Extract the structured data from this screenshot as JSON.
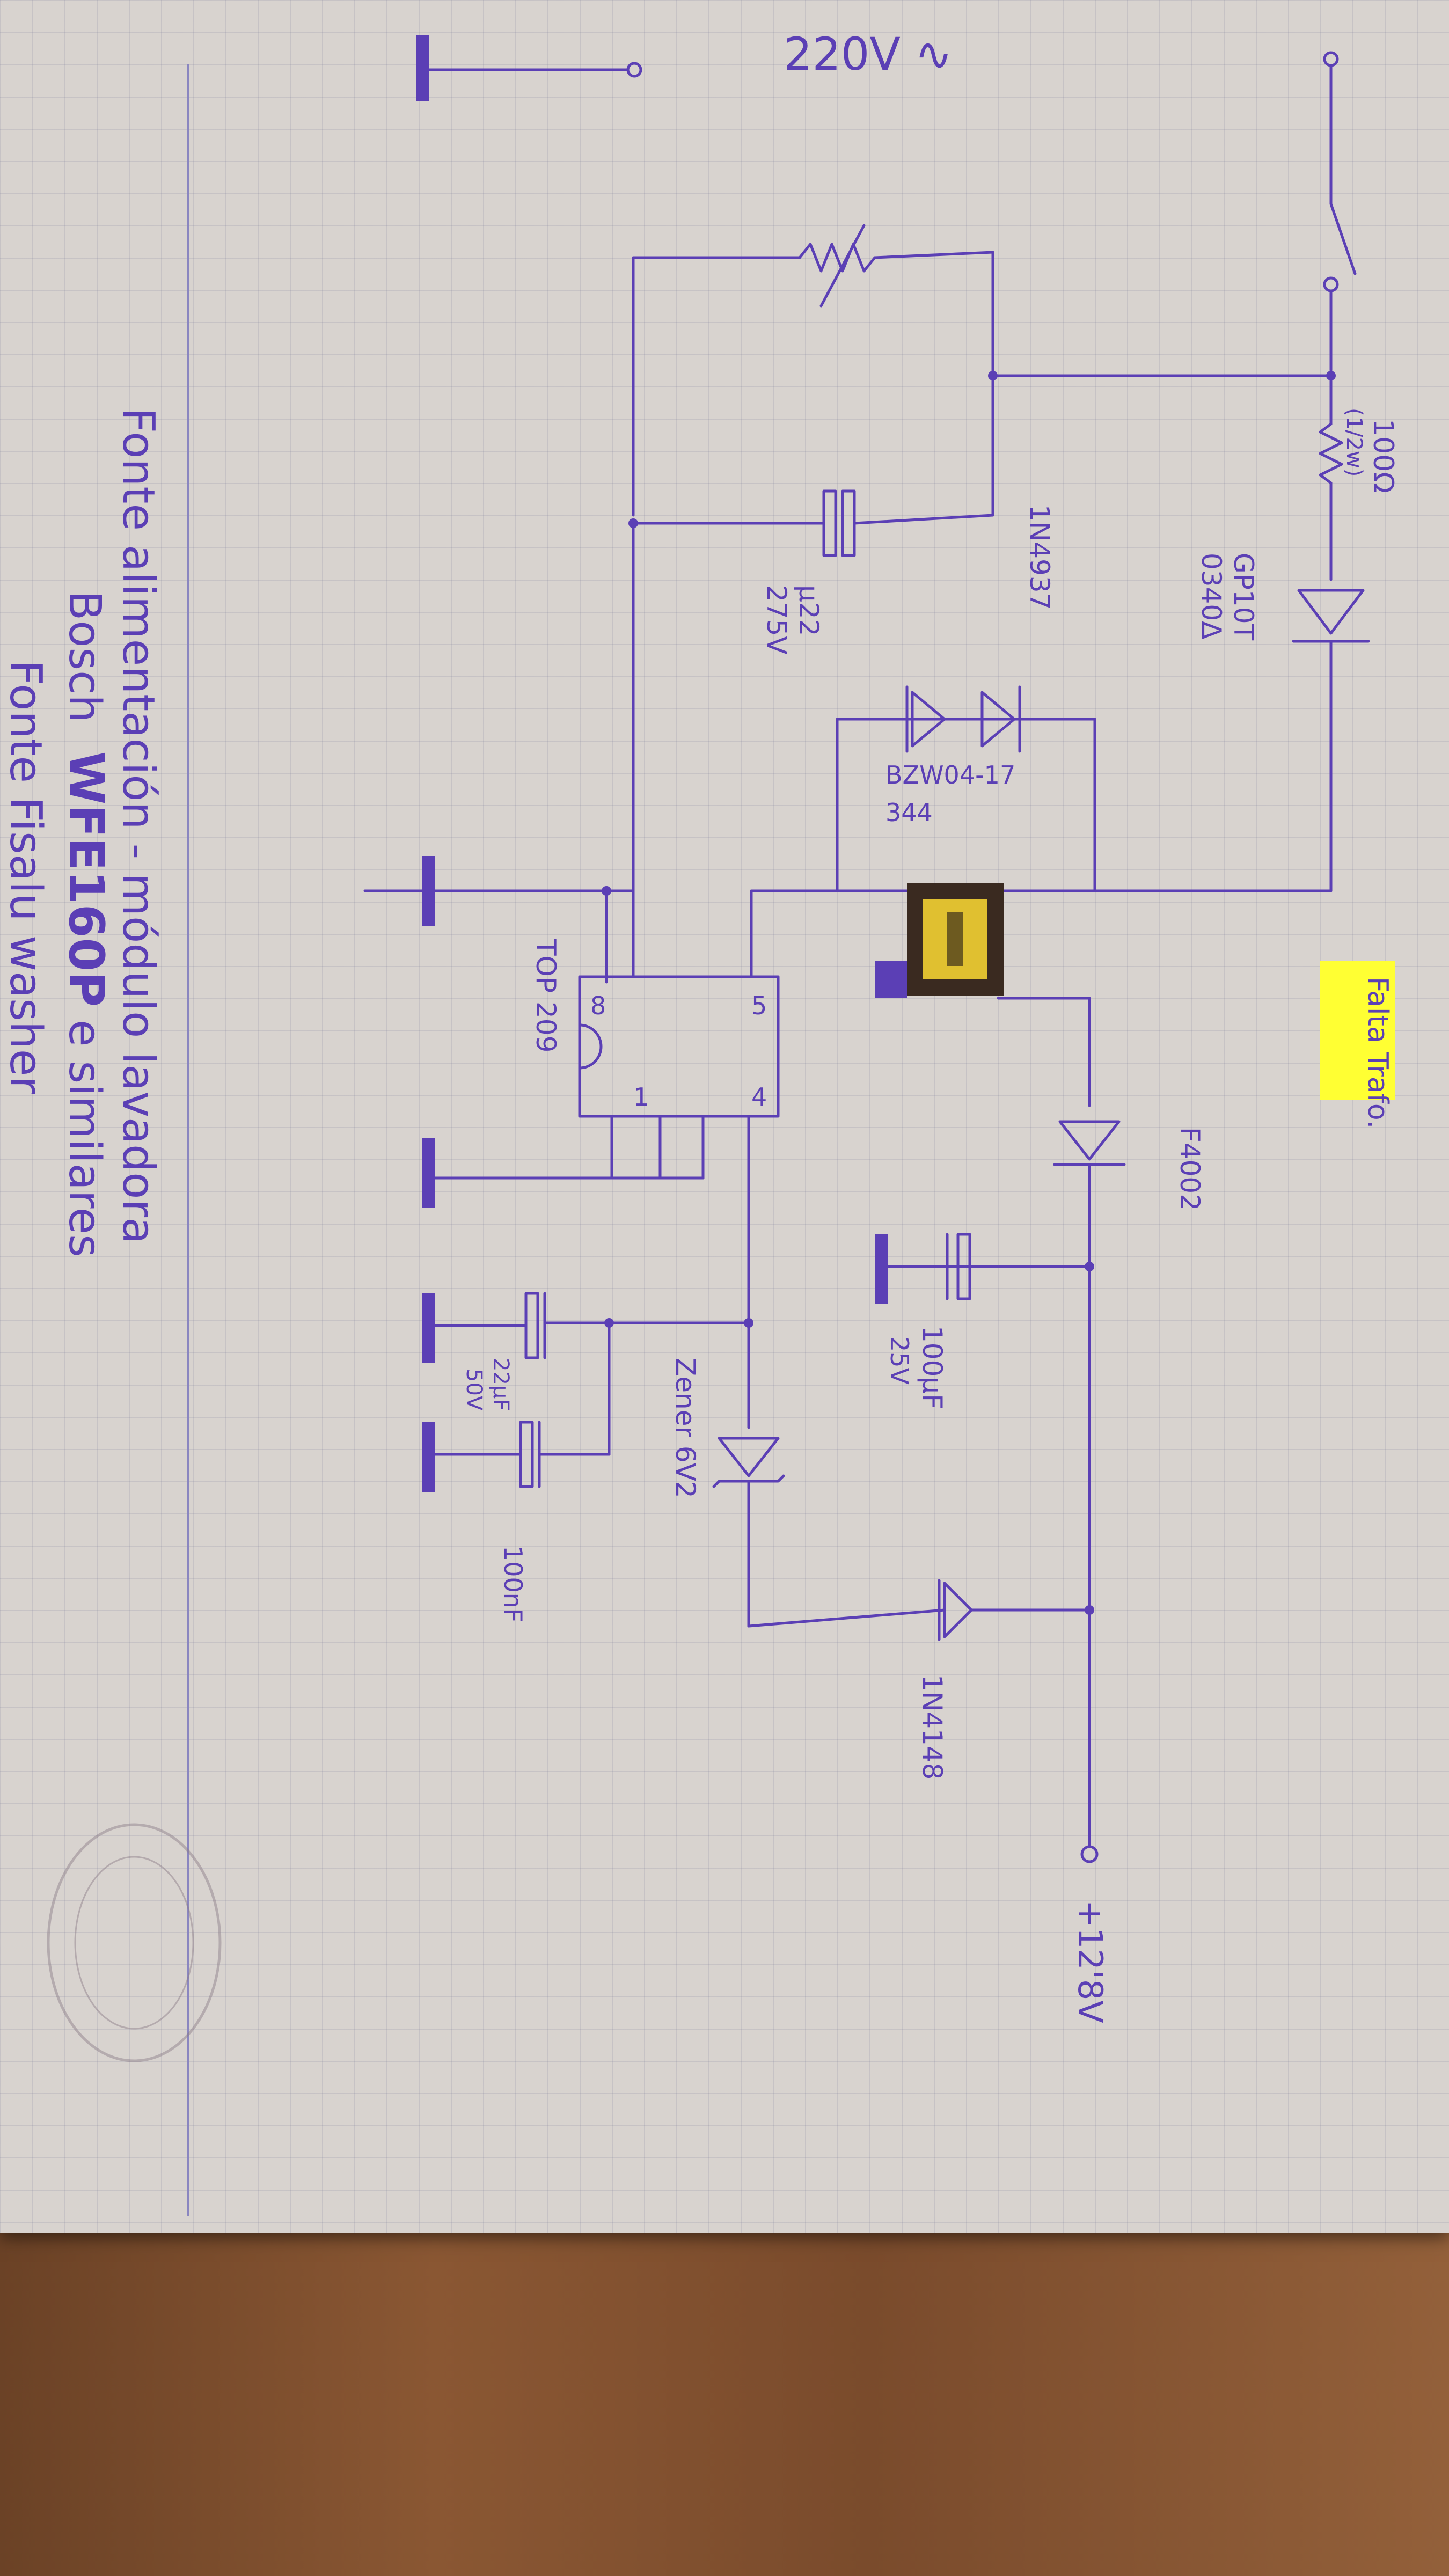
{
  "diagram": {
    "supply_label": "220V ∿",
    "r_inrush_label": "100Ω",
    "r_inrush_sub": "(1/2w)",
    "d_input_label": "GP10T",
    "d_input_sub": "0340Δ",
    "cap_x_label": "μ22",
    "cap_x_sub": "275V",
    "d_clamp1_label": "1N4937",
    "d_clamp2_label": "BZW04-17",
    "d_clamp2_sub": "344",
    "transformer_note": "Falta Trafo.",
    "ic_label": "TOP 209",
    "ic_pins": [
      "5",
      "4",
      "8",
      "1"
    ],
    "d_out_label": "F4002",
    "cap_out_label": "100μF",
    "cap_out_sub": "25V",
    "cap_bias_label": "22μF",
    "cap_bias_sub": "50V",
    "cap_bias2_label": "100nF",
    "zener_label": "Zener 6V2",
    "d_sense_label": "1N4148",
    "output_label": "+12'8V"
  },
  "margin_text": {
    "line1": "Fonte alimentación - módulo lavadora",
    "line2a": "Bosch",
    "line2b": "WFE160P",
    "line2c": "e similares",
    "line3": "Fonte Fisalu washer"
  },
  "colors": {
    "ink": "#5b3fb5",
    "paper": "#d8d3cf",
    "highlight": "#ffff33"
  }
}
